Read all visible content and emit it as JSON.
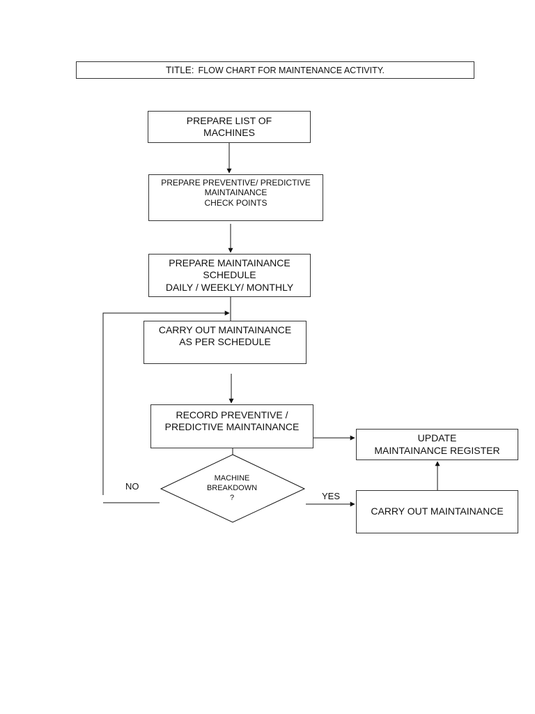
{
  "title": {
    "label": "TITLE:",
    "text": "FLOW CHART FOR MAINTENANCE ACTIVITY."
  },
  "nodes": {
    "prepare_list": [
      "PREPARE LIST OF",
      "MACHINES"
    ],
    "prepare_checkpoints": [
      "PREPARE PREVENTIVE/ PREDICTIVE",
      "MAINTAINANCE",
      "CHECK POINTS"
    ],
    "prepare_schedule": [
      "PREPARE MAINTAINANCE",
      "SCHEDULE",
      "DAILY / WEEKLY/ MONTHLY"
    ],
    "carry_out_schedule": [
      "CARRY OUT MAINTAINANCE",
      "AS PER SCHEDULE"
    ],
    "record": [
      "RECORD PREVENTIVE /",
      "PREDICTIVE MAINTAINANCE"
    ],
    "update_register": [
      "UPDATE",
      "MAINTAINANCE REGISTER"
    ],
    "carry_out": [
      "CARRY OUT MAINTAINANCE"
    ],
    "decision": [
      "MACHINE",
      "BREAKDOWN",
      "?"
    ]
  },
  "edge_labels": {
    "no": "NO",
    "yes": "YES"
  }
}
